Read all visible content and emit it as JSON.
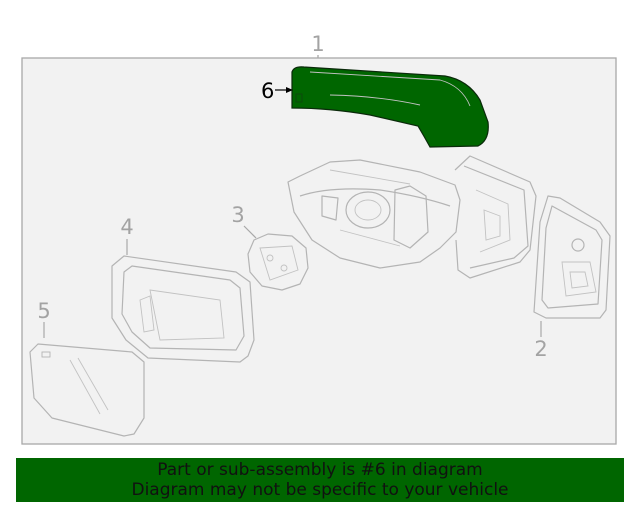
{
  "diagram": {
    "callouts": {
      "assembly": "1",
      "glass_backing": "2",
      "motor": "3",
      "frame": "4",
      "glass": "5",
      "cover": "6"
    },
    "highlight_color": "#006600",
    "panel_background": "#f2f2f2",
    "line_color": "#b4b4b4"
  },
  "banner": {
    "line1": "Part or sub-assembly is #6 in diagram",
    "line2": "Diagram may not be specific to your vehicle",
    "background": "#006600"
  }
}
